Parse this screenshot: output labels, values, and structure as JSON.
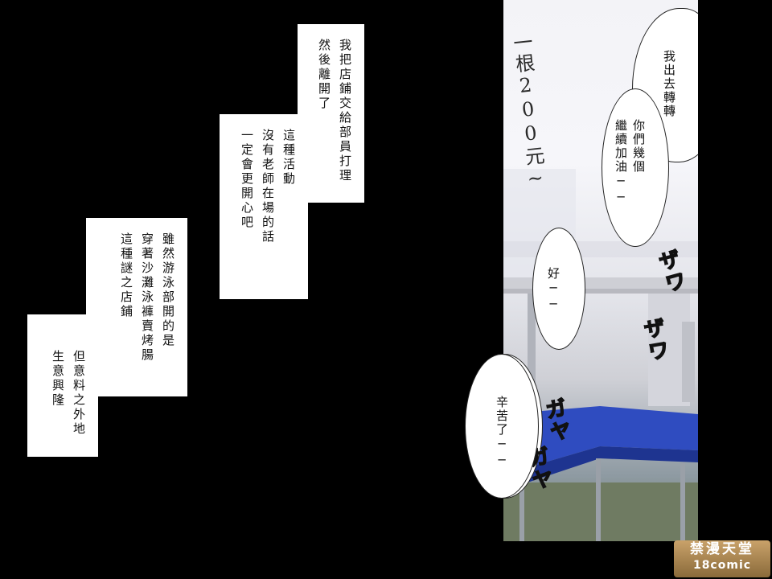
{
  "captions": [
    {
      "lines": [
        "我把店鋪交給部員打理",
        "然後離開了"
      ]
    },
    {
      "lines": [
        "這種活動",
        "沒有老師在場的話",
        "一定會更開心吧"
      ]
    },
    {
      "lines": [
        "雖然游泳部開的是",
        "穿著沙灘泳褲賣烤腸",
        "這種謎之店鋪"
      ]
    },
    {
      "lines": [
        "但意料之外地",
        "生意興隆"
      ]
    }
  ],
  "panel": {
    "price_text": "一根200元~",
    "bubbles": {
      "go_out": "我出去轉轉",
      "keep_it_up": [
        "你們幾個",
        "繼續加油──"
      ],
      "ok": "好──",
      "thanks": "辛苦了──"
    },
    "sfx": {
      "zawa1": "ザワ",
      "zawa2": "ザワ",
      "gaya1": "ガヤ",
      "gaya2": "ガヤ"
    }
  },
  "watermark": {
    "line1": "禁漫天堂",
    "line2": "18comic"
  }
}
